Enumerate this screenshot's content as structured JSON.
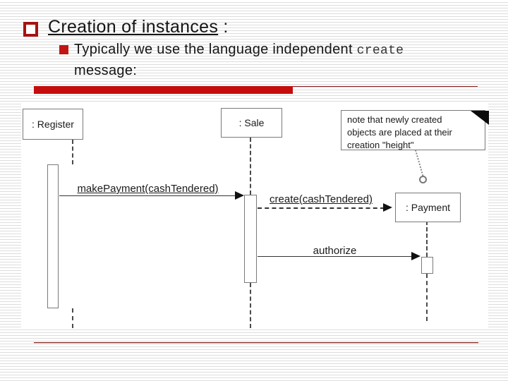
{
  "slide": {
    "title": {
      "underlined_text": "Creation of instances",
      "suffix": " :"
    },
    "bullet_point": {
      "text_before": "Typically we use the language independent ",
      "code_word": "create",
      "text_line2": "message:"
    },
    "colors": {
      "accent_red_bar": "#c50d0d",
      "accent_red_line": "#8b1a1a",
      "bullet_hollow_border": "#a61212",
      "bullet_filled": "#c21414",
      "stripe_gray": "#dddddd",
      "diagram_border_gray": "#7a7a7a"
    }
  },
  "diagram": {
    "register_label": ": Register",
    "sale_label": ": Sale",
    "payment_label": ": Payment",
    "msg_makepayment": "makePayment(cashTendered)",
    "msg_create": "create(cashTendered)",
    "msg_authorize": "authorize",
    "note_line1": "note that newly created",
    "note_line2": "objects are placed at their",
    "note_line3": "creation \"height\""
  }
}
